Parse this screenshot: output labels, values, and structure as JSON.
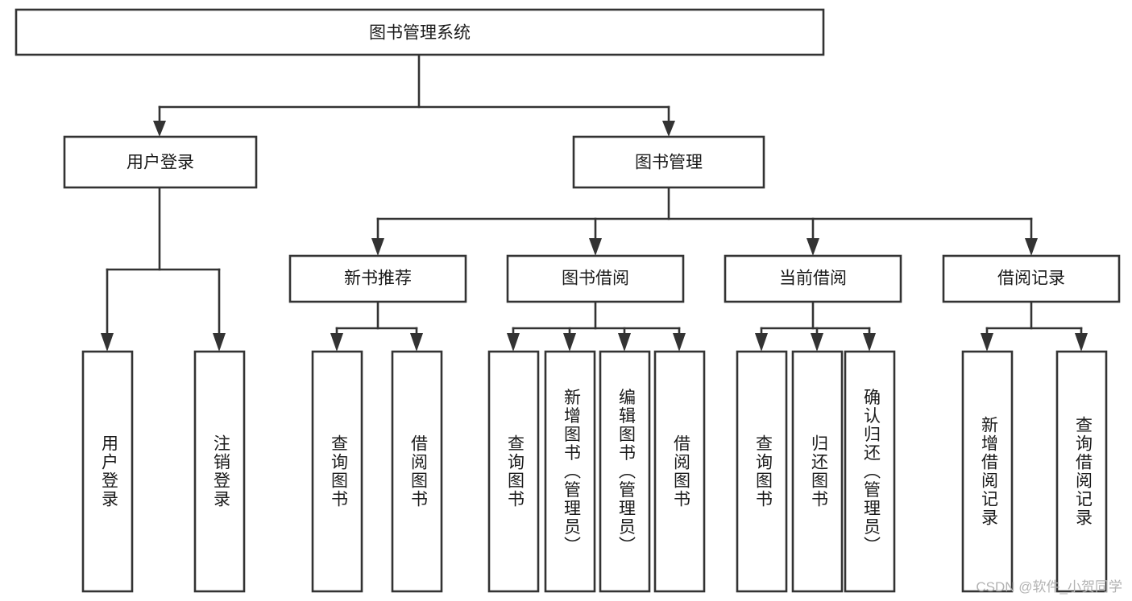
{
  "diagram": {
    "title_box": {
      "label": "图书管理系统"
    },
    "level2": [
      {
        "id": "user-login",
        "label": "用户登录"
      },
      {
        "id": "book-management",
        "label": "图书管理"
      }
    ],
    "level3": [
      {
        "id": "new-book-recommend",
        "label": "新书推荐"
      },
      {
        "id": "book-borrow",
        "label": "图书借阅"
      },
      {
        "id": "current-borrow",
        "label": "当前借阅"
      },
      {
        "id": "borrow-record",
        "label": "借阅记录"
      }
    ],
    "leaves": {
      "user_login": [
        {
          "id": "leaf-user-login",
          "label": "用户登录"
        },
        {
          "id": "leaf-logout-login",
          "label": "注销登录"
        }
      ],
      "new_book_recommend": [
        {
          "id": "leaf-query-book-1",
          "label": "查询图书"
        },
        {
          "id": "leaf-borrow-book-1",
          "label": "借阅图书"
        }
      ],
      "book_borrow": [
        {
          "id": "leaf-query-book-2",
          "label": "查询图书"
        },
        {
          "id": "leaf-add-book",
          "label": "新增图书（管理员）"
        },
        {
          "id": "leaf-edit-book",
          "label": "编辑图书（管理员）"
        },
        {
          "id": "leaf-borrow-book-2",
          "label": "借阅图书"
        }
      ],
      "current_borrow": [
        {
          "id": "leaf-query-book-3",
          "label": "查询图书"
        },
        {
          "id": "leaf-return-book",
          "label": "归还图书"
        },
        {
          "id": "leaf-confirm-return",
          "label": "确认归还（管理员）"
        }
      ],
      "borrow_record": [
        {
          "id": "leaf-add-borrow-record",
          "label": "新增借阅记录"
        },
        {
          "id": "leaf-query-borrow-record",
          "label": "查询借阅记录"
        }
      ]
    }
  },
  "watermark": {
    "text": "CSDN @软件_小贺同学"
  },
  "colors": {
    "stroke": "#333333",
    "box_fill": "#ffffff",
    "text": "#1a1a1a",
    "watermark": "#b3b3b3",
    "background": "#ffffff"
  }
}
